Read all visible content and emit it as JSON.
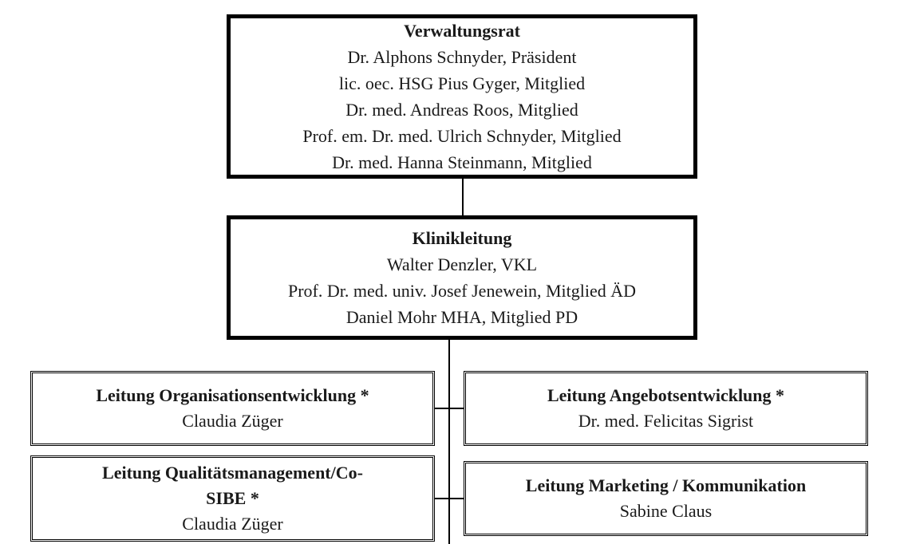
{
  "board": {
    "title": "Verwaltungsrat",
    "members": [
      "Dr. Alphons Schnyder, Präsident",
      "lic. oec. HSG Pius Gyger, Mitglied",
      "Dr. med. Andreas Roos, Mitglied",
      "Prof. em. Dr. med. Ulrich Schnyder, Mitglied",
      "Dr. med. Hanna Steinmann, Mitglied"
    ]
  },
  "management": {
    "title": "Klinikleitung",
    "members": [
      "Walter Denzler, VKL",
      "Prof. Dr. med. univ. Josef Jenewein, Mitglied ÄD",
      "Daniel Mohr MHA, Mitglied PD"
    ]
  },
  "staff_units": [
    {
      "title": "Leitung Organisationsentwicklung *",
      "person": "Claudia Züger"
    },
    {
      "title": "Leitung Angebotsentwicklung *",
      "person": "Dr. med. Felicitas Sigrist"
    },
    {
      "title_line1": "Leitung Qualitätsmanagement/Co-",
      "title_line2": "SIBE *",
      "person": "Claudia Züger"
    },
    {
      "title": "Leitung Marketing / Kommunikation",
      "person": "Sabine Claus"
    }
  ]
}
